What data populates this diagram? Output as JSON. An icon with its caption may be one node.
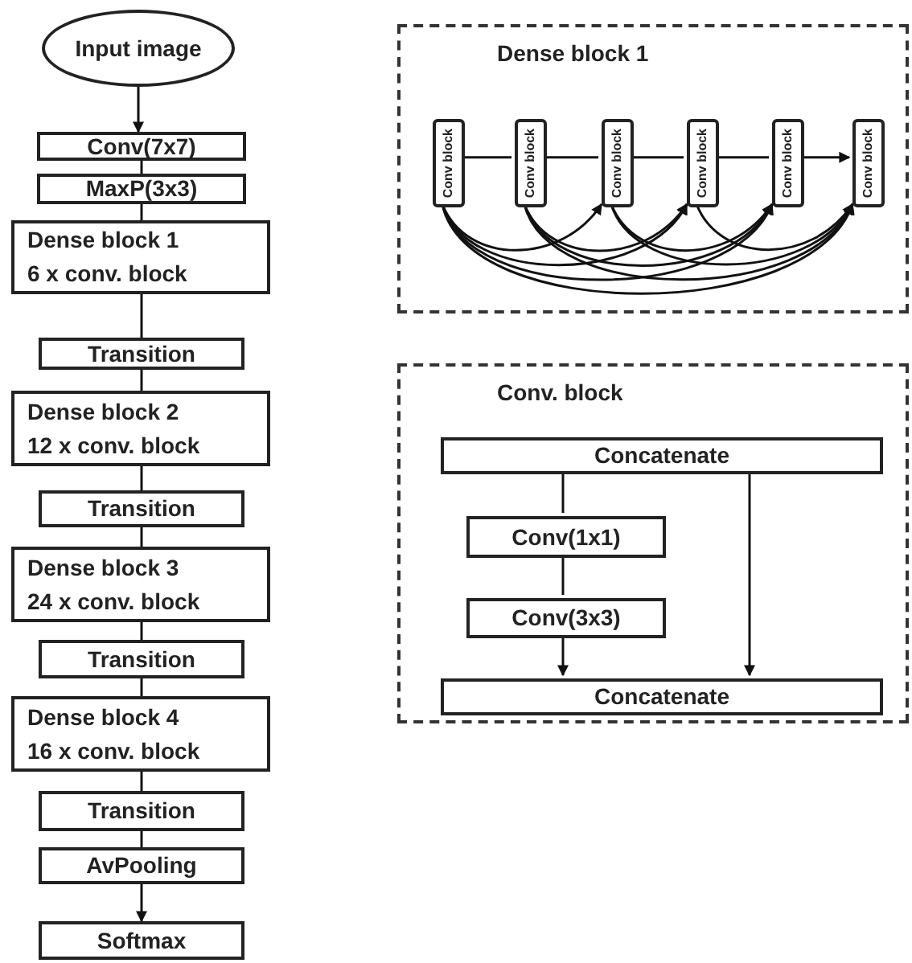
{
  "diagram": {
    "nodes": [
      {
        "text": [
          "Input image"
        ]
      },
      {
        "text": [
          "Conv(7x7)"
        ]
      },
      {
        "text": [
          "MaxP(3x3)"
        ]
      },
      {
        "text": [
          "Dense block 1",
          "6 x conv. block"
        ]
      },
      {
        "text": [
          "Transition"
        ]
      },
      {
        "text": [
          "Dense block 2",
          "12 x conv. block"
        ]
      },
      {
        "text": [
          "Transition"
        ]
      },
      {
        "text": [
          "Dense block 3",
          "24 x conv. block"
        ]
      },
      {
        "text": [
          "Transition"
        ]
      },
      {
        "text": [
          "Dense block 4",
          "16 x conv. block"
        ]
      },
      {
        "text": [
          "Transition"
        ]
      },
      {
        "text": [
          "AvPooling"
        ]
      },
      {
        "text": [
          "Softmax"
        ]
      },
      {
        "text": [
          "Dense block 1"
        ]
      },
      {
        "text": [
          "Conv block"
        ],
        "in": 13
      },
      {
        "text": [
          "Conv block"
        ],
        "in": 13
      },
      {
        "text": [
          "Conv block"
        ],
        "in": 13
      },
      {
        "text": [
          "Conv block"
        ],
        "in": 13
      },
      {
        "text": [
          "Conv block"
        ],
        "in": 13
      },
      {
        "text": [
          "Conv block"
        ],
        "in": 13
      },
      {
        "text": [
          "Conv. block"
        ]
      },
      {
        "text": [
          "Concatenate"
        ],
        "in": 20
      },
      {
        "text": [
          "Conv(1x1)"
        ],
        "in": 20
      },
      {
        "text": [
          "Conv(3x3)"
        ],
        "in": 20
      },
      {
        "text": [
          "Concatenate"
        ],
        "in": 20
      }
    ],
    "edges": [
      {
        "from": 0,
        "to": 1,
        "arrow": "to"
      },
      {
        "from": 1,
        "to": 2,
        "arrow": "none"
      },
      {
        "from": 2,
        "to": 3,
        "arrow": "none"
      },
      {
        "from": 3,
        "to": 4,
        "arrow": "none"
      },
      {
        "from": 4,
        "to": 5,
        "arrow": "none"
      },
      {
        "from": 5,
        "to": 6,
        "arrow": "none"
      },
      {
        "from": 6,
        "to": 7,
        "arrow": "none"
      },
      {
        "from": 7,
        "to": 8,
        "arrow": "none"
      },
      {
        "from": 8,
        "to": 9,
        "arrow": "none"
      },
      {
        "from": 9,
        "to": 10,
        "arrow": "none"
      },
      {
        "from": 10,
        "to": 11,
        "arrow": "none"
      },
      {
        "from": 11,
        "to": 12,
        "arrow": "to"
      },
      {
        "from": 14,
        "to": 15,
        "arrow": "none"
      },
      {
        "from": 15,
        "to": 16,
        "arrow": "none"
      },
      {
        "from": 16,
        "to": 17,
        "arrow": "none"
      },
      {
        "from": 17,
        "to": 18,
        "arrow": "none"
      },
      {
        "from": 18,
        "to": 19,
        "arrow": "to"
      },
      {
        "from": 14,
        "to": 16,
        "arrow": "to"
      },
      {
        "from": 14,
        "to": 17,
        "arrow": "to"
      },
      {
        "from": 14,
        "to": 18,
        "arrow": "to"
      },
      {
        "from": 14,
        "to": 19,
        "arrow": "to"
      },
      {
        "from": 15,
        "to": 17,
        "arrow": "to"
      },
      {
        "from": 15,
        "to": 18,
        "arrow": "to"
      },
      {
        "from": 15,
        "to": 19,
        "arrow": "to"
      },
      {
        "from": 16,
        "to": 18,
        "arrow": "to"
      },
      {
        "from": 16,
        "to": 19,
        "arrow": "to"
      },
      {
        "from": 17,
        "to": 19,
        "arrow": "to"
      },
      {
        "from": 21,
        "to": 22,
        "arrow": "none"
      },
      {
        "from": 22,
        "to": 23,
        "arrow": "none"
      },
      {
        "from": 23,
        "to": 24,
        "arrow": "to"
      },
      {
        "from": 21,
        "to": 24,
        "arrow": "to"
      }
    ]
  }
}
